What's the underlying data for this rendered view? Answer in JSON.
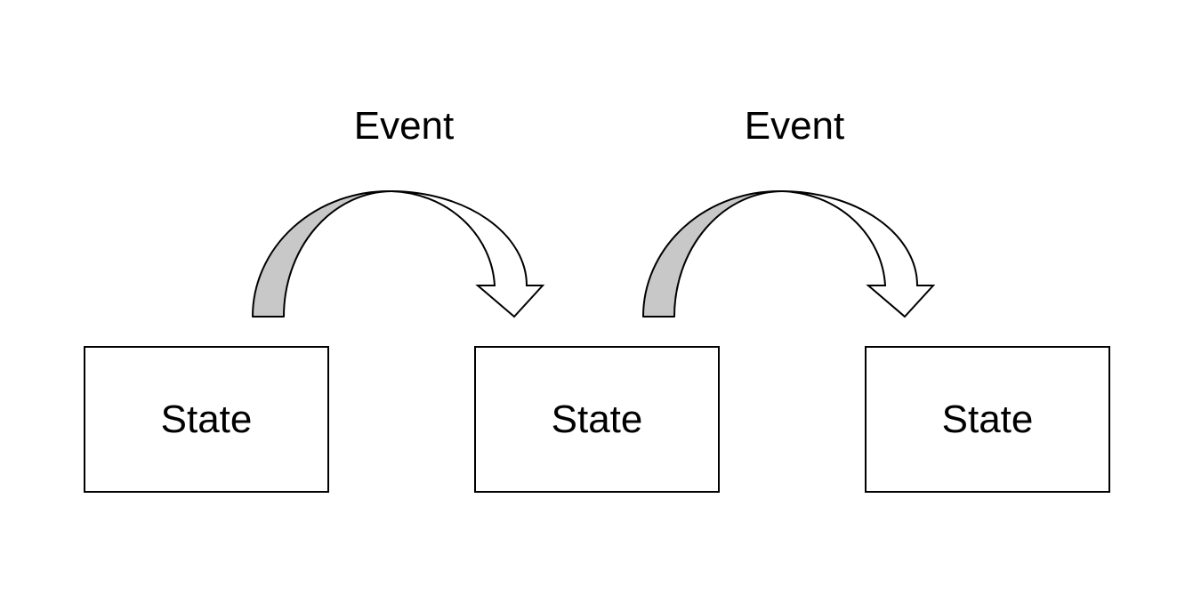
{
  "diagram": {
    "states": [
      {
        "label": "State"
      },
      {
        "label": "State"
      },
      {
        "label": "State"
      }
    ],
    "events": [
      {
        "label": "Event"
      },
      {
        "label": "Event"
      }
    ],
    "colors": {
      "stroke": "#000000",
      "arrow_inner_fill": "#c8c8c8",
      "arrow_outer_fill": "#ffffff",
      "background": "#ffffff"
    }
  }
}
